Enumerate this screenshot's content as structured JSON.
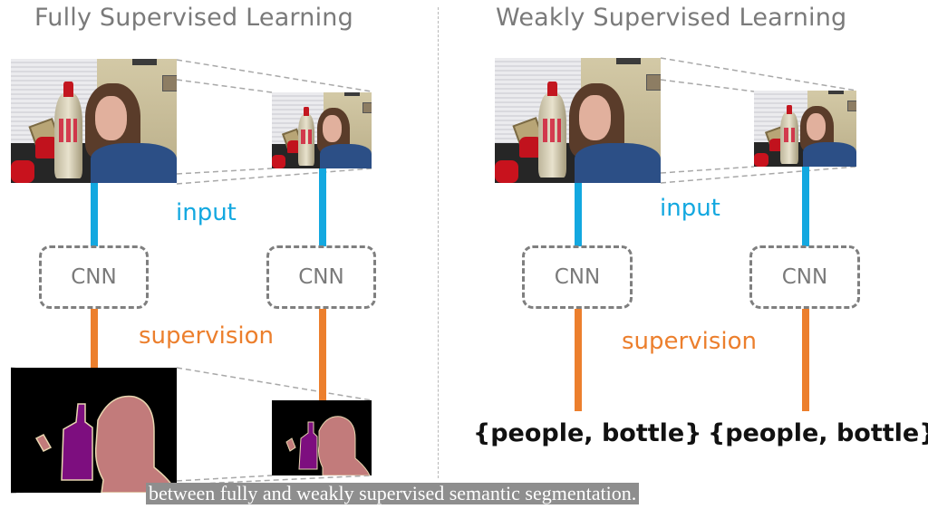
{
  "panels": {
    "fully": {
      "title": "Fully Supervised Learning",
      "input_label": "input",
      "supervision_label": "supervision",
      "cnn_labels": [
        "CNN",
        "CNN"
      ],
      "supervision_type": "segmentation-mask",
      "input_images": [
        "photo-person-with-bottle-large",
        "photo-person-with-bottle-small"
      ],
      "mask_images": [
        "segmentation-mask-large",
        "segmentation-mask-small"
      ]
    },
    "weakly": {
      "title": "Weakly Supervised Learning",
      "input_label": "input",
      "supervision_label": "supervision",
      "cnn_labels": [
        "CNN",
        "CNN"
      ],
      "supervision_type": "image-level-labels",
      "tag_labels": [
        "{people, bottle}",
        "{people, bottle}"
      ],
      "input_images": [
        "photo-person-with-bottle-large",
        "photo-person-with-bottle-small"
      ]
    }
  },
  "colors": {
    "input": "#13a8e0",
    "supervision": "#ec7f2d",
    "title": "#7a7a7a",
    "cnn_border": "#7f7f7f",
    "mask_person": "#c27b7b",
    "mask_bottle": "#7d0e7f",
    "mask_background": "#000000"
  },
  "subtitle": {
    "text": "between fully and weakly supervised semantic segmentation."
  }
}
